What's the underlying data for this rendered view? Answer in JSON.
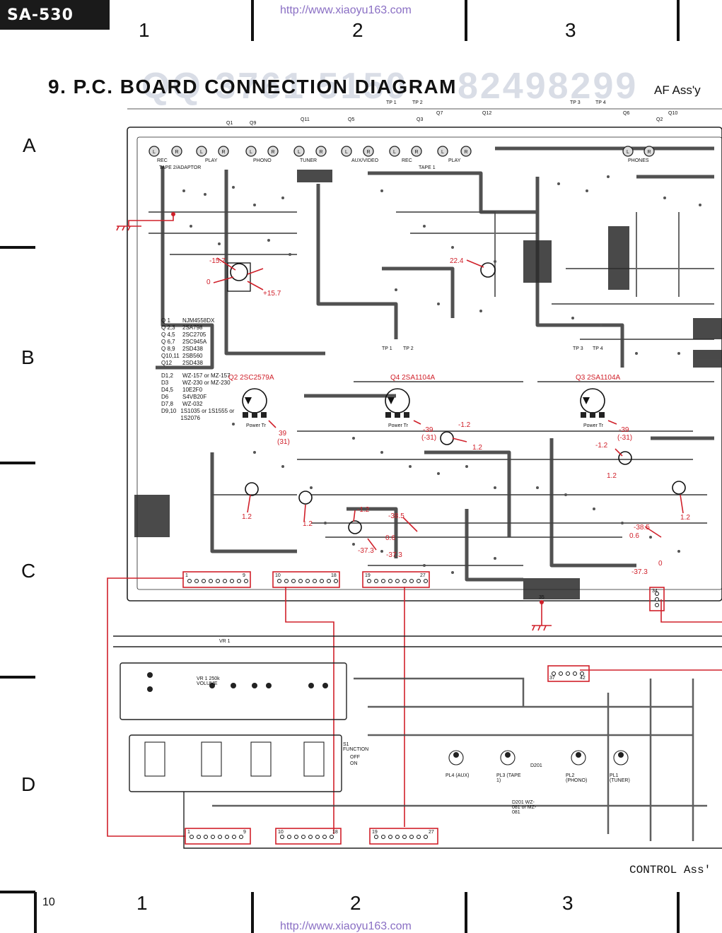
{
  "header": {
    "model": "SA-530",
    "url": "http://www.xiaoyu163.com",
    "columns": [
      "1",
      "2",
      "3"
    ],
    "title": "9. P.C. BOARD CONNECTION DIAGRAM",
    "af_assy": "AF Ass'y"
  },
  "rows": [
    "A",
    "B",
    "C",
    "D"
  ],
  "footer": {
    "page_number": "10",
    "control_assy": "CONTROL Ass'",
    "url": "http://www.xiaoyu163.com",
    "columns": [
      "1",
      "2",
      "3"
    ]
  },
  "board_labels": {
    "top_row": [
      "Q1",
      "Q9",
      "Q11",
      "Q5",
      "TP 1",
      "TP 2",
      "Q7",
      "Q3",
      "Q12",
      "TP 3",
      "TP 4",
      "Q6",
      "Q10",
      "Q2"
    ],
    "jacks": [
      "REC",
      "PLAY",
      "TAPE 2/ADAPTOR",
      "PHONO",
      "TUNER",
      "AUX/VIDEO",
      "REC",
      "PLAY",
      "TAPE 1",
      "PHONES"
    ],
    "tp_mid": [
      "TP 1",
      "TP 2",
      "TP 3",
      "TP 4"
    ],
    "control": [
      "VR 1",
      "VR 1 250k VOLUME",
      "S1 FUNCTION",
      "OFF",
      "ON",
      "PL4 (AUX)",
      "PL3 (TAPE 1)",
      "PL2 (PHONO)",
      "PL1 (TUNER)",
      "D201",
      "D201 WZ-081 or MZ-081"
    ],
    "ground_labels": [
      "35",
      "34"
    ]
  },
  "parts_list": [
    {
      "ref": "Q 1",
      "part": "NJM4558DX"
    },
    {
      "ref": "Q 2,3",
      "part": "2SA798"
    },
    {
      "ref": "Q 4,5",
      "part": "2SC2705"
    },
    {
      "ref": "Q 6,7",
      "part": "2SC945A"
    },
    {
      "ref": "Q 8,9",
      "part": "2SD438"
    },
    {
      "ref": "Q10,11",
      "part": "2SB560"
    },
    {
      "ref": "Q12",
      "part": "2SD438"
    },
    {
      "ref": "D1,2",
      "part": "WZ-157 or MZ-157"
    },
    {
      "ref": "D3",
      "part": "WZ-230 or MZ-230"
    },
    {
      "ref": "D4,5",
      "part": "10E2F0"
    },
    {
      "ref": "D6",
      "part": "S4VB20F"
    },
    {
      "ref": "D7,8",
      "part": "WZ-032"
    },
    {
      "ref": "D9,10",
      "part": "1S1035 or 1S1555 or 1S2076"
    }
  ],
  "power_transistors": [
    {
      "ref": "Q2",
      "part": "2SC2579A"
    },
    {
      "ref": "Q4",
      "part": "2SA1104A"
    },
    {
      "ref": "Q3",
      "part": "2SA1104A"
    }
  ],
  "power_tr_label": "Power Tr",
  "voltages": [
    "-15.7",
    "0",
    "+15.7",
    "22.4",
    "39",
    "(31)",
    "-39",
    "(-31)",
    "-1.2",
    "1.2",
    "-38.5",
    "0.6",
    "-37.3",
    "-39",
    "(-31)",
    "1.2",
    "-1.2",
    "-38.5",
    "0.6",
    "-37.3",
    "0",
    "1.2",
    "1.2"
  ],
  "connectors": [
    {
      "label_a": "1",
      "label_b": "9"
    },
    {
      "label_a": "10",
      "label_b": "18"
    },
    {
      "label_a": "19",
      "label_b": "27"
    },
    {
      "label_a": "37",
      "label_b": "42"
    },
    {
      "label_a": "1",
      "label_b": "9"
    },
    {
      "label_a": "10",
      "label_b": "18"
    },
    {
      "label_a": "19",
      "label_b": "27"
    }
  ],
  "colors": {
    "accent_red": "#d0202a",
    "ink": "#111111",
    "model_tag_bg": "#1a1a1a",
    "url": "#8a6fc4"
  }
}
